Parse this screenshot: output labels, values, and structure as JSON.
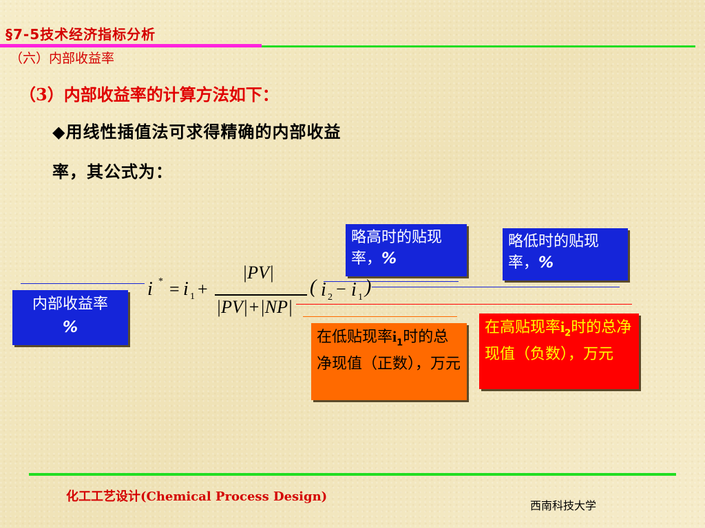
{
  "header": {
    "section_title": "§7-5技术经济指标分析",
    "subsection_title": "（六）内部收益率"
  },
  "content": {
    "heading": "（3）内部收益率的计算方法如下：",
    "bullet_line1": "◆用线性插值法可求得精确的内部收益",
    "bullet_line2": "率，其公式为："
  },
  "formula": {
    "lhs": "i",
    "star": "*",
    "eq": "=",
    "i1": "i",
    "sub1": "1",
    "plus": "+",
    "numerator": "|PV|",
    "denominator": "|PV|+|NP|",
    "lparen": "(",
    "i2": "i",
    "sub2": "2",
    "minus": "−",
    "i1b": "i",
    "sub1b": "1",
    "rparen": ")"
  },
  "callouts": {
    "irr_label": "内部收益率",
    "irr_unit": "%",
    "low_rate_text": "略高时的贴现率，",
    "low_rate_unit": "%",
    "high_rate_text": "略低时的贴现率，",
    "high_rate_unit": "%",
    "npv_positive_text_a": "在低贴现率",
    "npv_positive_i": "i",
    "npv_positive_sub": "1",
    "npv_positive_text_b": "时的总净现值（正数），万元",
    "npv_negative_text_a": "在高贴现率",
    "npv_negative_i": "i",
    "npv_negative_sub": "2",
    "npv_negative_text_b": "时的总净现值（负数），万元"
  },
  "footer": {
    "course": "化工工艺设计(Chemical Process Design)",
    "school": "西南科技大学"
  },
  "colors": {
    "title_red": "#d40000",
    "box_blue": "#1525d9",
    "box_orange": "#ff6a00",
    "box_red": "#ff0000",
    "accent_magenta": "#ff22dd",
    "accent_green": "#22dd22"
  }
}
